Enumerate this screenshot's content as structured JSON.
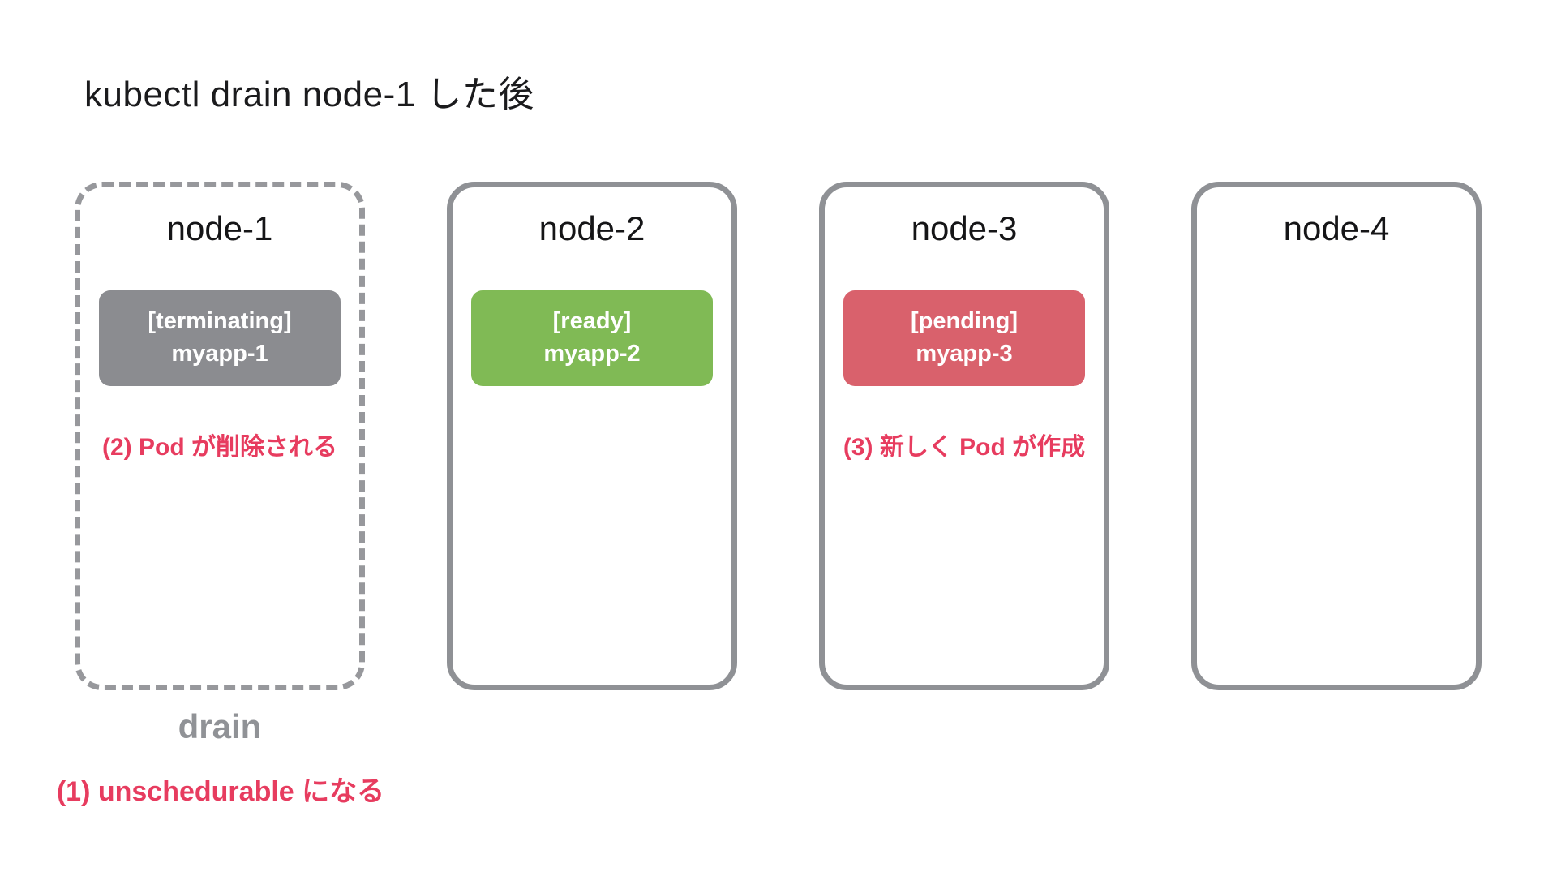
{
  "title": "kubectl drain node-1 した後",
  "colors": {
    "node_border": "#8f9195",
    "dashed_border": "#97989c",
    "pod_gray": "#8b8c90",
    "pod_green": "#80ba55",
    "pod_red": "#d9616c",
    "annotation_red": "#e73c5f",
    "drain_gray": "#909296",
    "title_black": "#1b1b1d"
  },
  "nodes": [
    {
      "name": "node-1",
      "border_style": "dashed",
      "pod": {
        "status": "[terminating]",
        "name": "myapp-1"
      },
      "annotation": "(2) Pod が削除される",
      "footer_label": "drain",
      "footer_annotation": "(1) unschedurable になる"
    },
    {
      "name": "node-2",
      "border_style": "solid",
      "pod": {
        "status": "[ready]",
        "name": "myapp-2"
      }
    },
    {
      "name": "node-3",
      "border_style": "solid",
      "pod": {
        "status": "[pending]",
        "name": "myapp-3"
      },
      "annotation": "(3) 新しく Pod が作成"
    },
    {
      "name": "node-4",
      "border_style": "solid"
    }
  ]
}
